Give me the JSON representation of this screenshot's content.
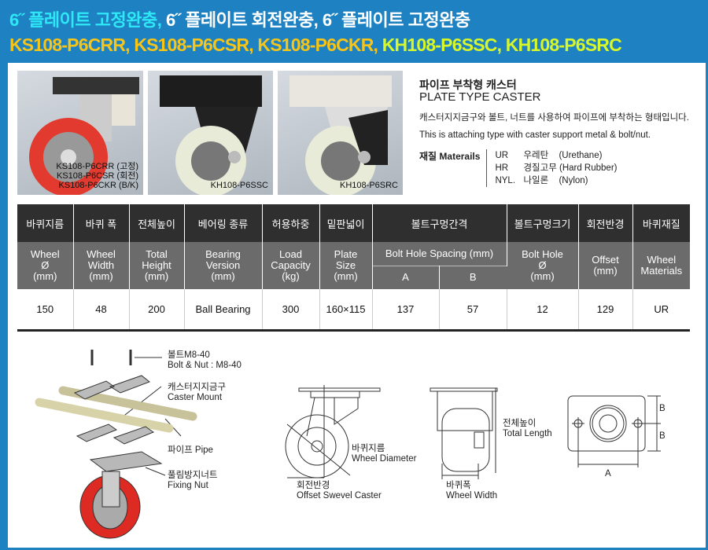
{
  "header": {
    "title_part1": "6˝ 플레이트 고정완충,",
    "title_part2": " 6˝ 플레이트 회전완충, 6˝ 플레이트 고정완충",
    "models_a": "KS108-P6CRR, KS108-P6CSR, KS108-P6CKR,",
    "models_b": " KH108-P6SSC, KH108-P6SRC"
  },
  "photos": [
    {
      "labels": [
        "KS108-P6CRR (고정)",
        "KS108-P6CSR (회전)",
        "KS108-P6CKR (B/K)"
      ]
    },
    {
      "labels": [
        "KH108-P6SSC"
      ]
    },
    {
      "labels": [
        "KH108-P6SRC"
      ]
    }
  ],
  "info": {
    "title_ko": "파이프 부착형 캐스터",
    "title_en": "PLATE TYPE CASTER",
    "desc_ko": "캐스터지지금구와 볼트, 너트를 사용하여 파이프에 부착하는  형태입니다.",
    "desc_en": "This is attaching type with caster support metal & bolt/nut.",
    "materials_label": "재질 Materails",
    "materials": [
      {
        "code": "UR",
        "ko": "우레탄",
        "en": "(Urethane)"
      },
      {
        "code": "HR",
        "ko": "경질고무",
        "en": "(Hard Rubber)"
      },
      {
        "code": "NYL.",
        "ko": "나일론",
        "en": "(Nylon)"
      }
    ]
  },
  "table": {
    "headers_ko": [
      "바퀴지름",
      "바퀴 폭",
      "전체높이",
      "베어링 종류",
      "허용하중",
      "밑판넓이",
      "볼트구멍간격",
      "볼트구멍크기",
      "회전반경",
      "바퀴재질"
    ],
    "headers_en": [
      "Wheel\nØ\n(mm)",
      "Wheel\nWidth\n(mm)",
      "Total\nHeight\n(mm)",
      "Bearing\nVersion\n(mm)",
      "Load\nCapacity\n(kg)",
      "Plate\nSize\n(mm)",
      "Bolt Hole Spacing (mm)",
      "Bolt Hole\nØ\n(mm)",
      "Offset\n(mm)",
      "Wheel\nMaterials"
    ],
    "sub_headers": [
      "A",
      "B"
    ],
    "row": [
      "150",
      "48",
      "200",
      "Ball Bearing",
      "300",
      "160×115",
      "137",
      "57",
      "12",
      "129",
      "UR"
    ]
  },
  "diagram": {
    "bolt": [
      "볼트M8-40",
      "Bolt & Nut : M8-40"
    ],
    "mount": [
      "캐스터지지금구",
      "Caster Mount"
    ],
    "pipe": "파이프  Pipe",
    "nut": [
      "풀림방지너트",
      "Fixing Nut"
    ],
    "diameter": [
      "바퀴지름",
      "Wheel Diameter"
    ],
    "offset": [
      "회전반경",
      "Offset Swevel Caster"
    ],
    "width": [
      "바퀴폭",
      "Wheel Width"
    ],
    "height": [
      "전체높이",
      "Total Length"
    ],
    "dim_a": "A",
    "dim_b1": "B",
    "dim_b2": "B"
  }
}
